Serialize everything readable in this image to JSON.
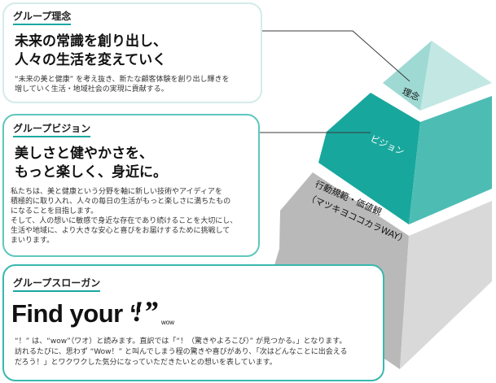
{
  "philosophy": {
    "tag": "グループ理念",
    "headline_1": "未来の常識を創り出し、",
    "headline_2": "人々の生活を変えていく",
    "body_1": "“未来の美と健康” を考え抜き、新たな顧客体験を創り出し輝きを",
    "body_2": "増していく生活・地域社会の実現に貢献する。"
  },
  "vision": {
    "tag": "グループビジョン",
    "headline_1": "美しさと健やかさを、",
    "headline_2": "もっと楽しく、身近に。",
    "body_1": "私たちは、美と健康という分野を軸に新しい技術やアイディアを",
    "body_2": "積極的に取り入れ、人々の毎日の生活がもっと楽しさに満ちたもの",
    "body_3": "になることを目指します。",
    "body_4": "そして、人の想いに敏感で身近な存在であり続けることを大切にし、",
    "body_5": "生活や地域に、より大きな安心と喜びをお届けするために挑戦して",
    "body_6": "まいります。"
  },
  "slogan": {
    "tag": "グループスローガン",
    "find_text": "Find your “",
    "excl": "!”",
    "wow": "wow",
    "body_1": "“！” は、“wow”（ワオ）と読みます。直訳では「“！（驚きやよろこび）” が見つかる。」となります。",
    "body_2": "訪れるたびに、思わず “Wow！” と叫んでしまう程の驚きや喜びがあり、「次はどんなことに出会える",
    "body_3": "だろう！」とワクワクした気分になっていただきたいとの想いを表しています。"
  },
  "pyramid": {
    "top_label": "理念",
    "middle_label": "ビジョン",
    "bottom_label_1": "行動規範・価値観",
    "bottom_label_2": "（マツキヨココカラWAY）",
    "colors": {
      "top_left": "#9fd9d3",
      "top_right": "#c3e8e4",
      "mid_left": "#18a79d",
      "mid_right": "#4dbdb4",
      "bot_left": "#b9b9b9",
      "bot_right": "#d9d9d9",
      "connector": "#3a3a3a"
    }
  }
}
